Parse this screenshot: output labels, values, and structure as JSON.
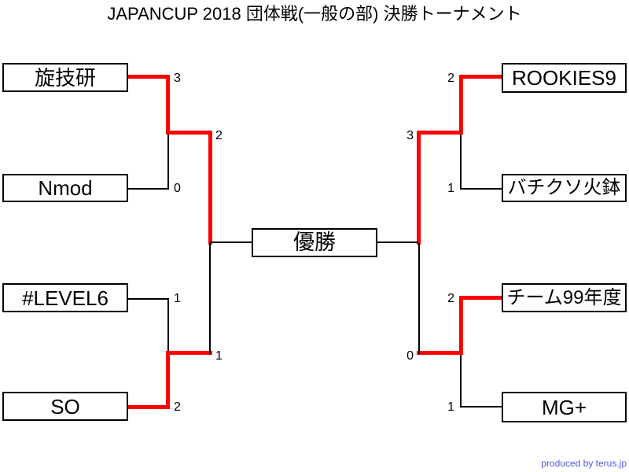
{
  "title": "JAPANCUP 2018 団体戦(一般の部) 決勝トーナメント",
  "final": {
    "label": "優勝"
  },
  "credit": "produced by terus.jp",
  "colors": {
    "winner_path": "#ff0000",
    "line": "#000000",
    "credit_text": "#5757e0"
  },
  "matches": {
    "left_top": {
      "p1": "旋技研",
      "s1": "3",
      "p2": "Nmod",
      "s2": "0",
      "winner": "旋技研"
    },
    "left_bottom": {
      "p1": "#LEVEL6",
      "s1": "1",
      "p2": "SO",
      "s2": "2",
      "winner": "SO"
    },
    "left_semi": {
      "score_top": "2",
      "score_bottom": "1",
      "winner": "旋技研"
    },
    "right_top": {
      "p1": "ROOKIES9",
      "s1": "2",
      "p2": "バチクソ火鉢",
      "s2": "1",
      "winner": "ROOKIES9"
    },
    "right_bottom": {
      "p1": "チーム99年度",
      "s1": "2",
      "p2": "MG+",
      "s2": "1",
      "winner": "チーム99年度"
    },
    "right_semi": {
      "score_top": "3",
      "score_bottom": "0",
      "winner": "ROOKIES9"
    }
  }
}
